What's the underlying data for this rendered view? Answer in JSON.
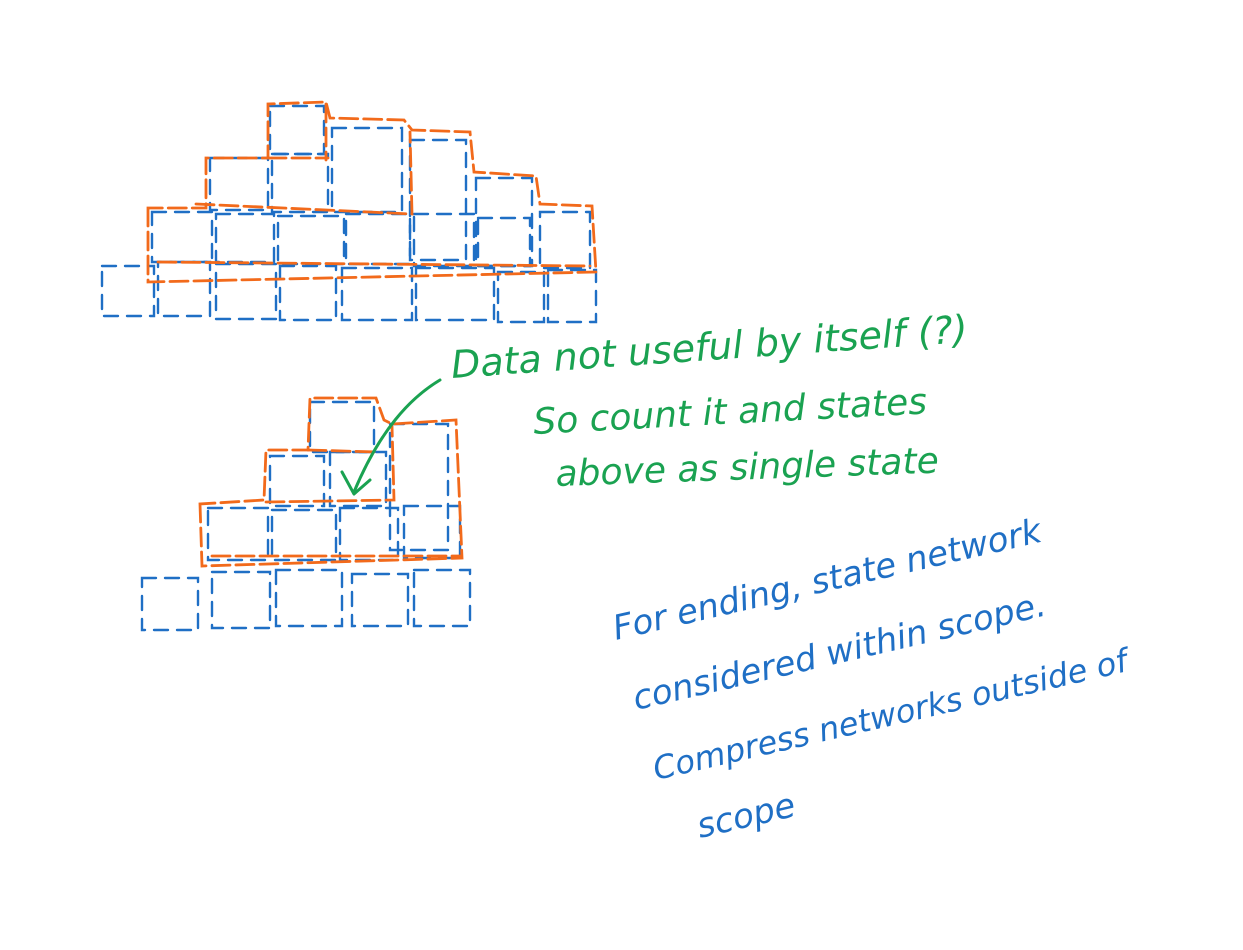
{
  "colors": {
    "blue": "#1f6fc5",
    "orange": "#f26a1b",
    "green": "#1aa251",
    "background": "#ffffff"
  },
  "annotation_green": {
    "lines": [
      "Data not useful by itself (?)",
      "So count it and states",
      "above as single state"
    ]
  },
  "annotation_blue": {
    "lines": [
      "For ending, state network",
      "considered within scope.",
      "Compress networks outside of",
      "scope"
    ]
  }
}
